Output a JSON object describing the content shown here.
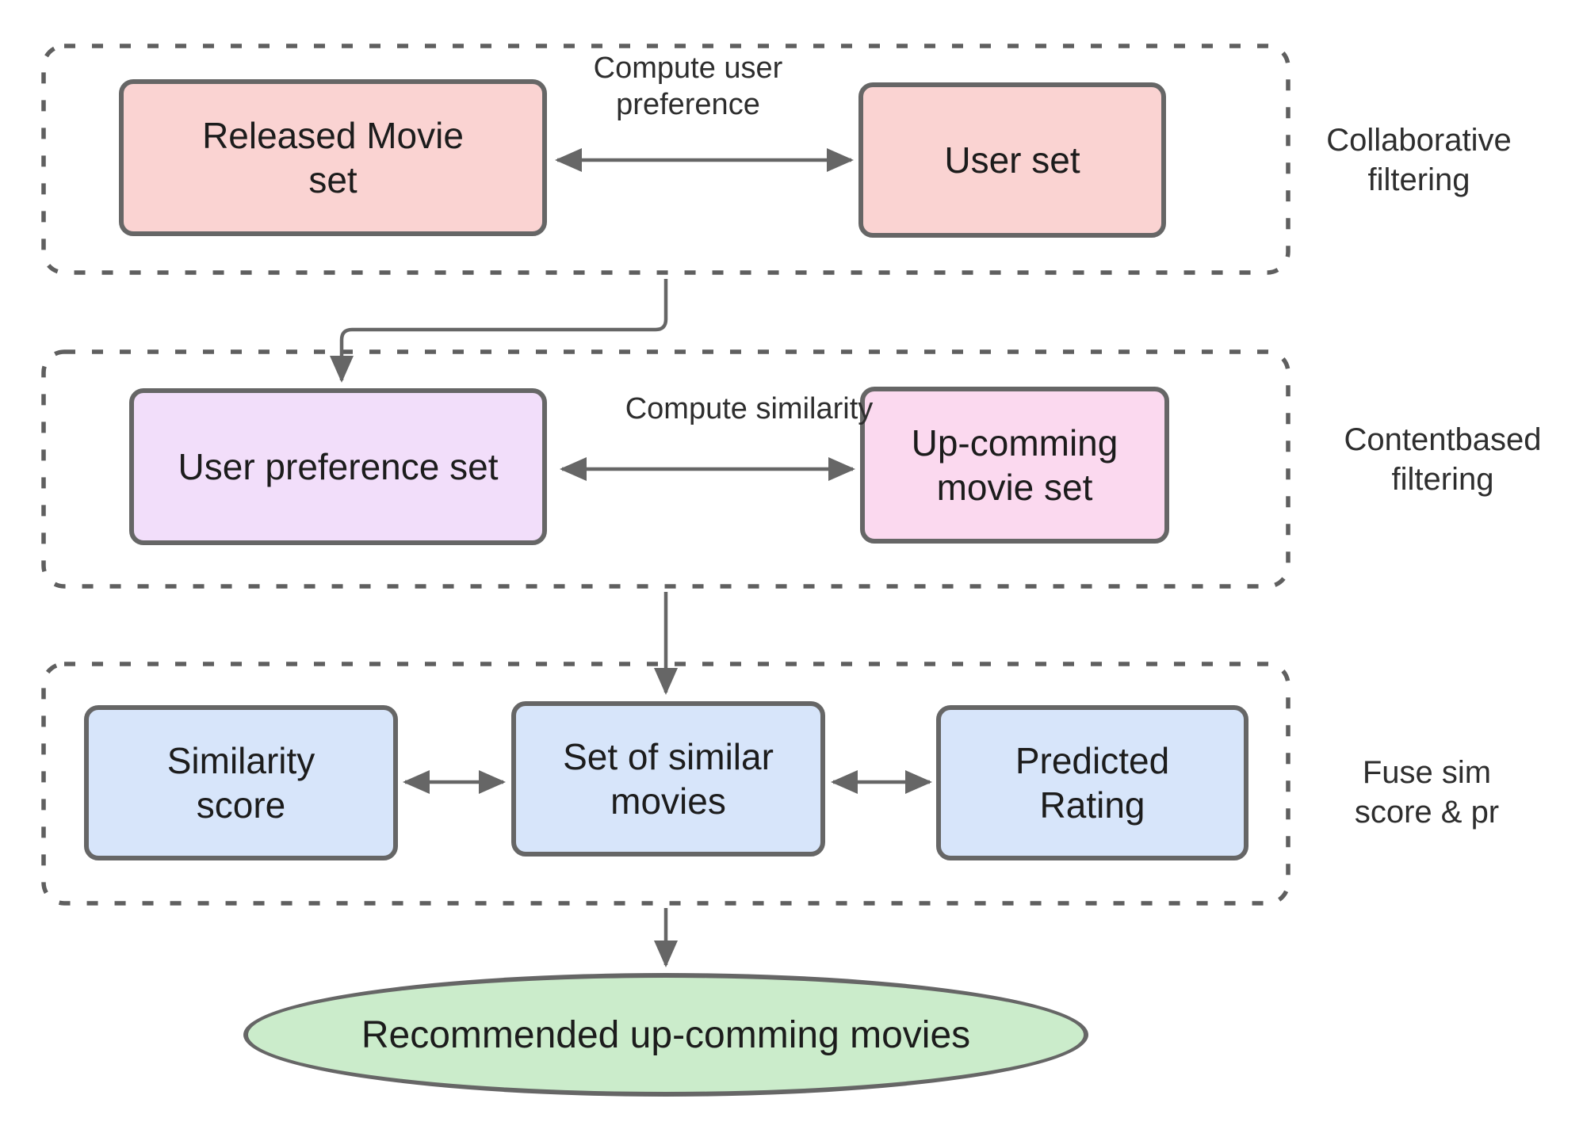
{
  "colors": {
    "pink": "#fad3d2",
    "pink2": "#fbd9ef",
    "purple": "#f2defa",
    "blue": "#d7e5fa",
    "green": "#cbeccb",
    "stroke": "#666666",
    "arrow": "#666666",
    "dash": "#5f5f5f",
    "text": "#1c1c1c",
    "label_text": "#2e2e2e"
  },
  "sections": [
    {
      "side_label": "Collaborative\nfiltering",
      "arrow_label": "Compute user\npreference",
      "nodes": [
        {
          "label": "Released Movie\nset"
        },
        {
          "label": "User set"
        }
      ]
    },
    {
      "side_label": "Contentbased\nfiltering",
      "arrow_label": "Compute similarity",
      "nodes": [
        {
          "label": "User preference set"
        },
        {
          "label": "Up-comming\nmovie set"
        }
      ]
    },
    {
      "side_label": "Fuse sim\nscore & pr",
      "nodes": [
        {
          "label": "Similarity\nscore"
        },
        {
          "label": "Set of similar\nmovies"
        },
        {
          "label": "Predicted\nRating"
        }
      ]
    }
  ],
  "result": {
    "label": "Recommended up-comming movies"
  }
}
